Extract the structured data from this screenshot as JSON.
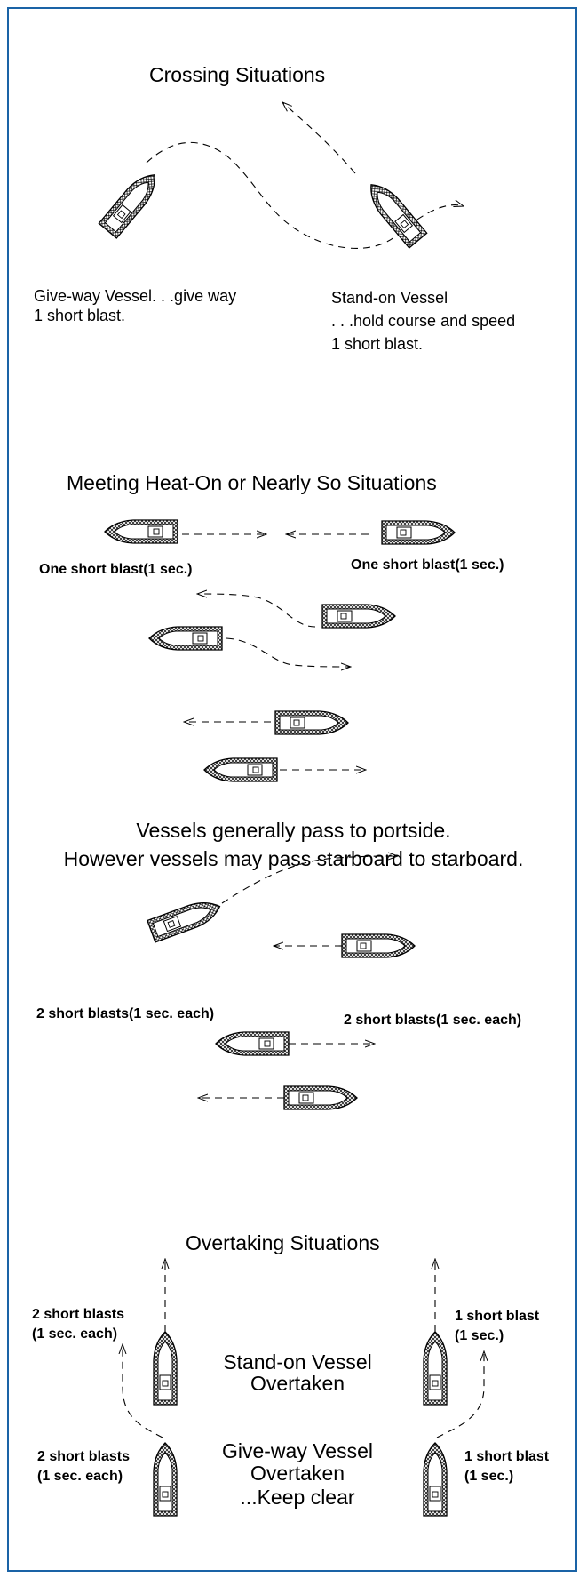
{
  "colors": {
    "frame": "#1a63a6",
    "ink": "#000000"
  },
  "crossing": {
    "title": "Crossing Situations",
    "give_way_line1": "Give-way Vessel. . .give way",
    "give_way_line2": "1 short blast.",
    "stand_on_line1": "Stand-on Vessel",
    "stand_on_line2": ". . .hold course and speed",
    "stand_on_line3": "1 short blast."
  },
  "meeting": {
    "title": "Meeting Heat-On or Nearly So Situations",
    "left_signal": "One short blast(1 sec.)",
    "right_signal": "One short blast(1 sec.)",
    "note_line1": "Vessels generally pass to portside.",
    "note_line2": "However vessels may pass starboard to starboard.",
    "starboard_left_signal": "2 short blasts(1 sec. each)",
    "starboard_right_signal": "2 short blasts(1 sec. each)"
  },
  "overtaking": {
    "title": "Overtaking Situations",
    "stand_on_left_line1": "2 short blasts",
    "stand_on_left_line2": "(1 sec. each)",
    "stand_on_right_line1": "1 short blast",
    "stand_on_right_line2": "(1 sec.)",
    "stand_on_label_line1": "Stand-on Vessel",
    "stand_on_label_line2": "Overtaken",
    "give_way_left_line1": "2 short blasts",
    "give_way_left_line2": "(1 sec. each)",
    "give_way_right_line1": "1 short blast",
    "give_way_right_line2": "(1 sec.)",
    "give_way_label_line1": "Give-way Vessel",
    "give_way_label_line2": "Overtaken",
    "give_way_label_line3": "...Keep clear"
  }
}
